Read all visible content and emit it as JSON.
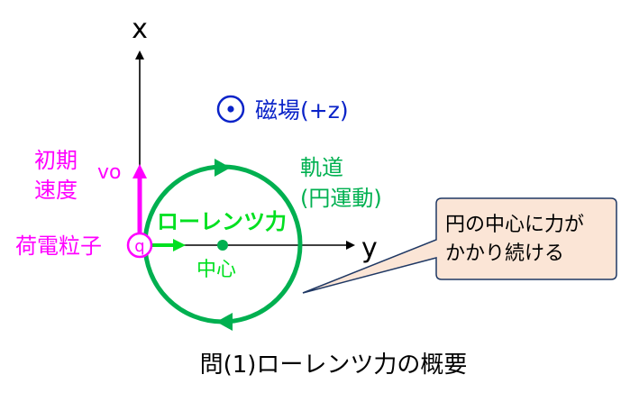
{
  "axes": {
    "x_label": "x",
    "y_label": "y"
  },
  "field": {
    "label": "磁場(+z)",
    "icon": "out-of-page-field-icon"
  },
  "velocity": {
    "label_line1": "初期",
    "label_line2": "速度",
    "symbol": "vo"
  },
  "particle": {
    "name": "荷電粒子",
    "symbol": "q"
  },
  "force": {
    "label": "ローレンツ力"
  },
  "center": {
    "label": "中心"
  },
  "orbit": {
    "label_line1": "軌道",
    "label_line2": "(円運動)"
  },
  "callout": {
    "line1": "円の中心に力が",
    "line2": "かかり続ける"
  },
  "caption": "問(1)ローレンツ力の概要",
  "colors": {
    "axis": "#000000",
    "orbit": "#00b050",
    "force": "#00e020",
    "velocity": "#ff00ff",
    "field": "#0a23c8",
    "callout_fill": "#fbe5d6",
    "callout_stroke": "#1f3864"
  }
}
